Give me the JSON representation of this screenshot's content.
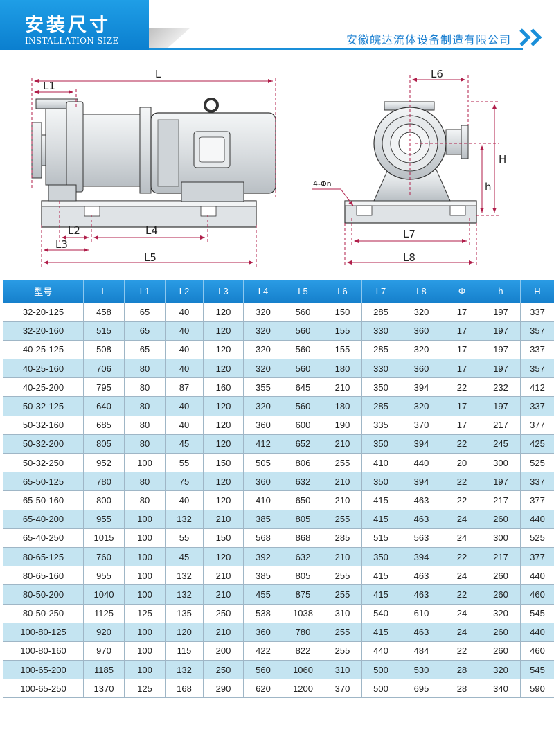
{
  "header": {
    "title_cn": "安装尺寸",
    "title_en": "INSTALLATION SIZE",
    "company": "安徽皖达流体设备制造有限公司"
  },
  "colors": {
    "brand_blue": "#1a8fd9",
    "dimension_line": "#b01e4a",
    "row_alt": "#c4e4f1"
  },
  "drawing": {
    "side_view": {
      "L": "L",
      "L1": "L1",
      "L2": "L2",
      "L3": "L3",
      "L4": "L4",
      "L5": "L5"
    },
    "front_view": {
      "L6": "L6",
      "L7": "L7",
      "L8": "L8",
      "H": "H",
      "h": "h",
      "holes": "4-Φn"
    }
  },
  "table": {
    "columns": [
      "型号",
      "L",
      "L1",
      "L2",
      "L3",
      "L4",
      "L5",
      "L6",
      "L7",
      "L8",
      "Φ",
      "h",
      "H"
    ],
    "rows": [
      [
        "32-20-125",
        "458",
        "65",
        "40",
        "120",
        "320",
        "560",
        "150",
        "285",
        "320",
        "17",
        "197",
        "337"
      ],
      [
        "32-20-160",
        "515",
        "65",
        "40",
        "120",
        "320",
        "560",
        "155",
        "330",
        "360",
        "17",
        "197",
        "357"
      ],
      [
        "40-25-125",
        "508",
        "65",
        "40",
        "120",
        "320",
        "560",
        "155",
        "285",
        "320",
        "17",
        "197",
        "337"
      ],
      [
        "40-25-160",
        "706",
        "80",
        "40",
        "120",
        "320",
        "560",
        "180",
        "330",
        "360",
        "17",
        "197",
        "357"
      ],
      [
        "40-25-200",
        "795",
        "80",
        "87",
        "160",
        "355",
        "645",
        "210",
        "350",
        "394",
        "22",
        "232",
        "412"
      ],
      [
        "50-32-125",
        "640",
        "80",
        "40",
        "120",
        "320",
        "560",
        "180",
        "285",
        "320",
        "17",
        "197",
        "337"
      ],
      [
        "50-32-160",
        "685",
        "80",
        "40",
        "120",
        "360",
        "600",
        "190",
        "335",
        "370",
        "17",
        "217",
        "377"
      ],
      [
        "50-32-200",
        "805",
        "80",
        "45",
        "120",
        "412",
        "652",
        "210",
        "350",
        "394",
        "22",
        "245",
        "425"
      ],
      [
        "50-32-250",
        "952",
        "100",
        "55",
        "150",
        "505",
        "806",
        "255",
        "410",
        "440",
        "20",
        "300",
        "525"
      ],
      [
        "65-50-125",
        "780",
        "80",
        "75",
        "120",
        "360",
        "632",
        "210",
        "350",
        "394",
        "22",
        "197",
        "337"
      ],
      [
        "65-50-160",
        "800",
        "80",
        "40",
        "120",
        "410",
        "650",
        "210",
        "415",
        "463",
        "22",
        "217",
        "377"
      ],
      [
        "65-40-200",
        "955",
        "100",
        "132",
        "210",
        "385",
        "805",
        "255",
        "415",
        "463",
        "24",
        "260",
        "440"
      ],
      [
        "65-40-250",
        "1015",
        "100",
        "55",
        "150",
        "568",
        "868",
        "285",
        "515",
        "563",
        "24",
        "300",
        "525"
      ],
      [
        "80-65-125",
        "760",
        "100",
        "45",
        "120",
        "392",
        "632",
        "210",
        "350",
        "394",
        "22",
        "217",
        "377"
      ],
      [
        "80-65-160",
        "955",
        "100",
        "132",
        "210",
        "385",
        "805",
        "255",
        "415",
        "463",
        "24",
        "260",
        "440"
      ],
      [
        "80-50-200",
        "1040",
        "100",
        "132",
        "210",
        "455",
        "875",
        "255",
        "415",
        "463",
        "22",
        "260",
        "460"
      ],
      [
        "80-50-250",
        "1125",
        "125",
        "135",
        "250",
        "538",
        "1038",
        "310",
        "540",
        "610",
        "24",
        "320",
        "545"
      ],
      [
        "100-80-125",
        "920",
        "100",
        "120",
        "210",
        "360",
        "780",
        "255",
        "415",
        "463",
        "24",
        "260",
        "440"
      ],
      [
        "100-80-160",
        "970",
        "100",
        "115",
        "200",
        "422",
        "822",
        "255",
        "440",
        "484",
        "22",
        "260",
        "460"
      ],
      [
        "100-65-200",
        "1185",
        "100",
        "132",
        "250",
        "560",
        "1060",
        "310",
        "500",
        "530",
        "28",
        "320",
        "545"
      ],
      [
        "100-65-250",
        "1370",
        "125",
        "168",
        "290",
        "620",
        "1200",
        "370",
        "500",
        "695",
        "28",
        "340",
        "590"
      ]
    ]
  }
}
